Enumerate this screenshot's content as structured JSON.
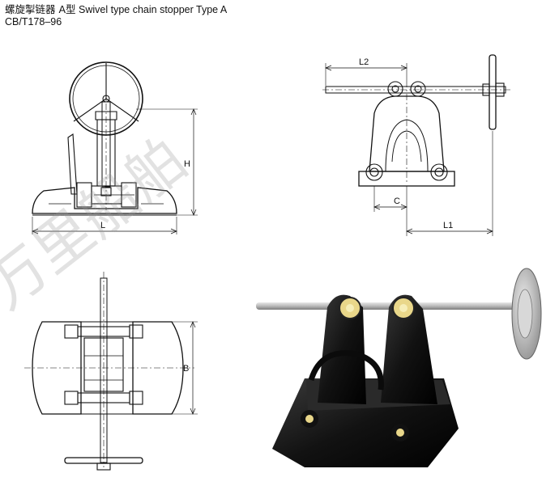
{
  "title": {
    "line1_zh": "螺旋掣链器 A型",
    "line1_en": "Swivel type chain stopper Type A",
    "line2": "CB/T178–96"
  },
  "dimensions": {
    "L": "L",
    "H": "H",
    "B": "B",
    "L1": "L1",
    "L2": "L2",
    "C": "C"
  },
  "watermark": "万里船舶"
}
